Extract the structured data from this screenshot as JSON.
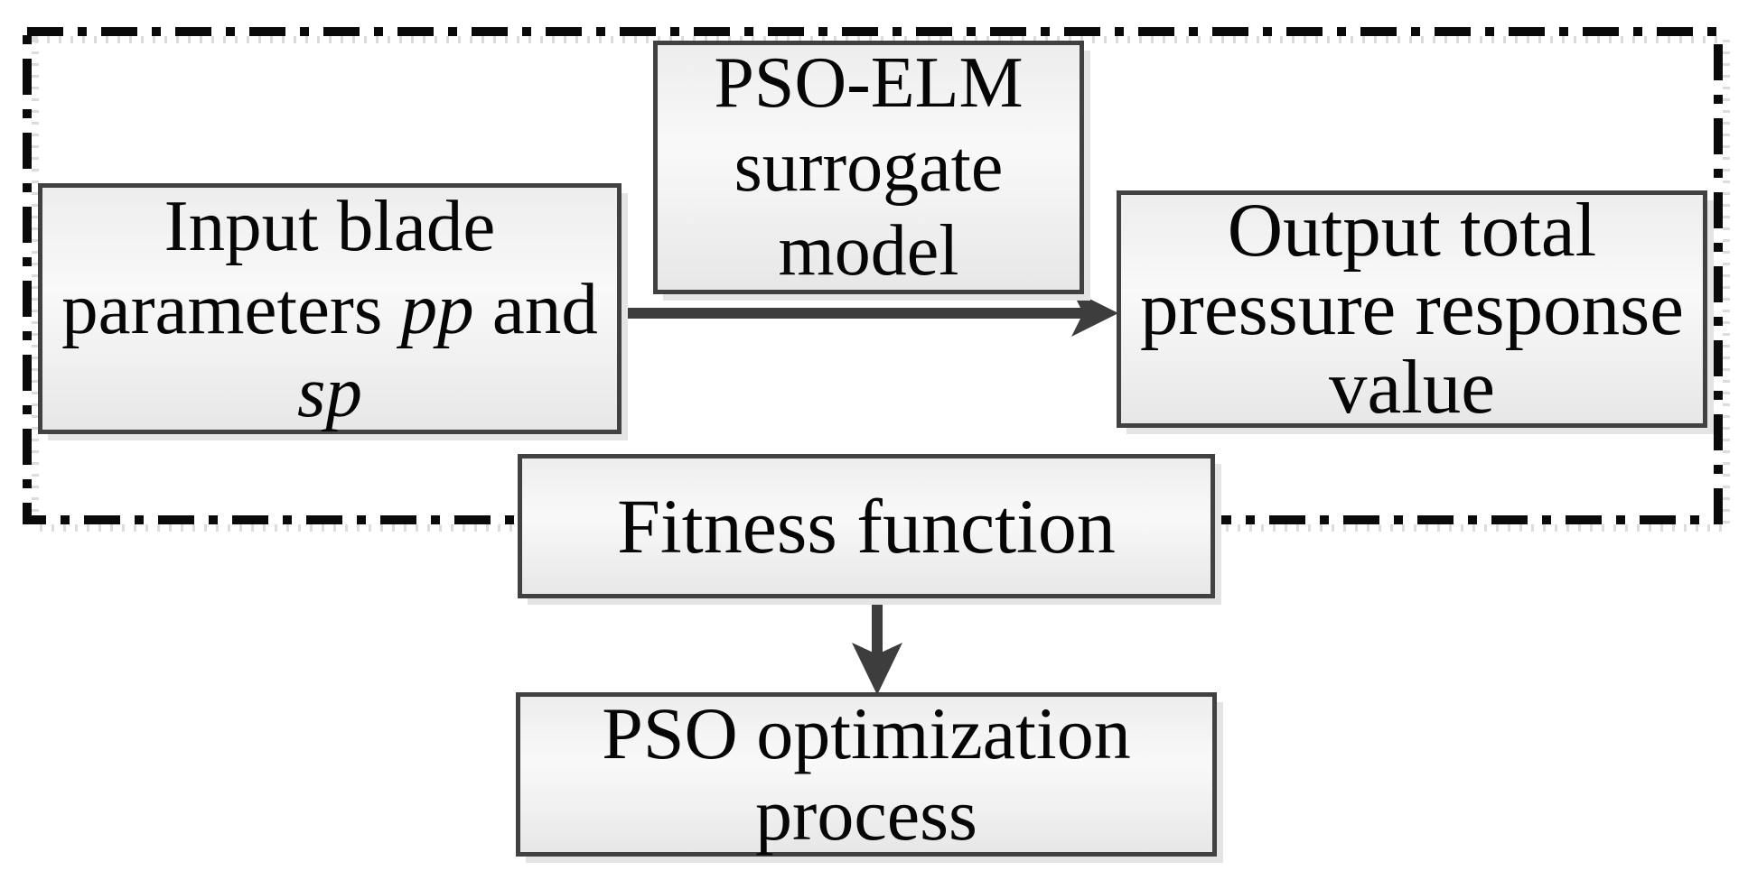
{
  "figure": {
    "boxes": {
      "input": {
        "line1": "Input blade",
        "line2_pre": "parameters ",
        "line2_italic": "pp",
        "line2_post": " and",
        "line3_italic": "sp"
      },
      "surrogate": {
        "line1": "PSO-ELM",
        "line2": "surrogate",
        "line3": "model"
      },
      "output": {
        "line1": "Output total",
        "line2": "pressure response",
        "line3": "value"
      },
      "fitness": {
        "line1": "Fitness function"
      },
      "pso": {
        "line1": "PSO optimization",
        "line2": "process"
      }
    },
    "colors": {
      "background": "#ffffff",
      "box_border": "#414141",
      "box_fill_top": "#ededed",
      "box_fill_mid": "#f9f9f9",
      "box_fill_bottom": "#e7e7e7",
      "arrow": "#3d3d3d",
      "dash_border": "#0a0a0a",
      "text": "#060606",
      "shadow": "#e4e4e4"
    }
  }
}
